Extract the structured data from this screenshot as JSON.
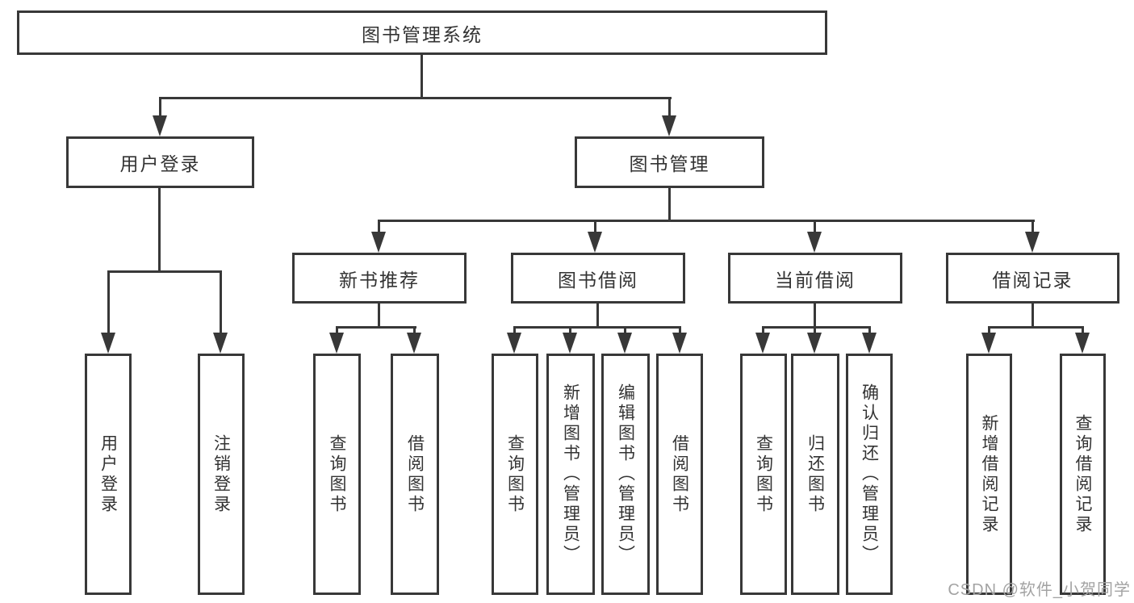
{
  "tree": {
    "root": "图书管理系统",
    "branches": [
      {
        "label": "用户登录",
        "children": [
          "用户登录",
          "注销登录"
        ]
      },
      {
        "label": "图书管理",
        "children": [
          {
            "label": "新书推荐",
            "children": [
              "查询图书",
              "借阅图书"
            ]
          },
          {
            "label": "图书借阅",
            "children": [
              "查询图书",
              "新增图书（管理员）",
              "编辑图书（管理员）",
              "借阅图书"
            ]
          },
          {
            "label": "当前借阅",
            "children": [
              "查询图书",
              "归还图书",
              "确认归还（管理员）"
            ]
          },
          {
            "label": "借阅记录",
            "children": [
              "新增借阅记录",
              "查询借阅记录"
            ]
          }
        ]
      }
    ]
  },
  "watermark": {
    "text": "CSDN @软件_小贺同学"
  },
  "colors": {
    "line": "#383838",
    "text": "#333333",
    "watermark": "#a3a3a3",
    "background": "#ffffff"
  }
}
